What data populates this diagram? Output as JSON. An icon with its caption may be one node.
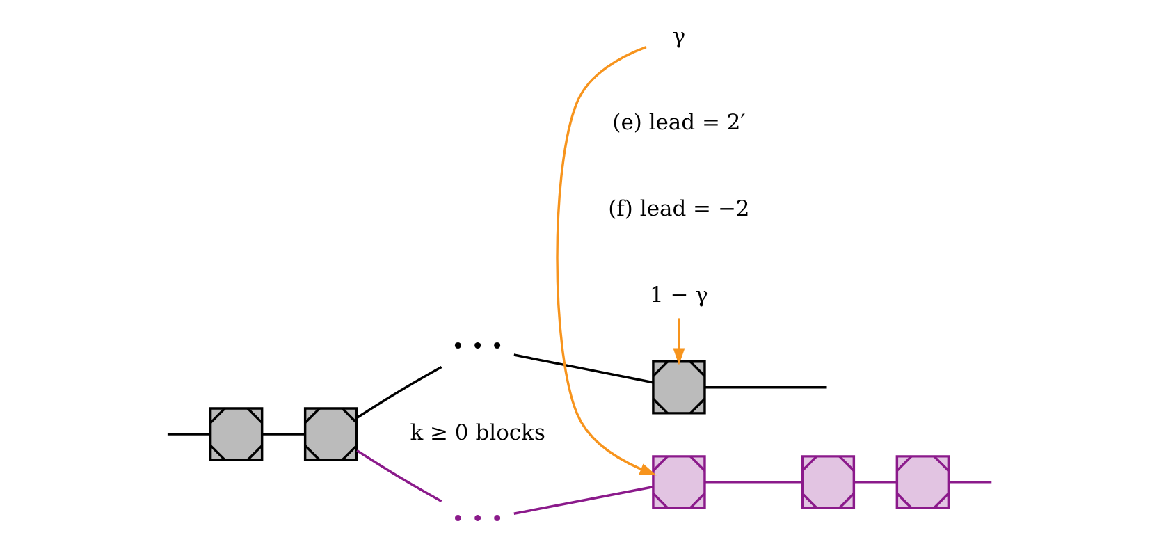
{
  "diagram": {
    "nodes": [
      {
        "text": [
          "1 − γ"
        ]
      },
      {
        "text": [],
        "shape": "box"
      },
      {
        "text": [],
        "shape": "box"
      },
      {
        "text": [
          "• • •"
        ]
      },
      {
        "text": [],
        "shape": "box"
      },
      {
        "text": [
          "• • •"
        ]
      },
      {
        "text": [],
        "shape": "box"
      },
      {
        "text": [],
        "shape": "box"
      },
      {
        "text": [],
        "shape": "box"
      },
      {
        "text": [
          "γ"
        ]
      }
    ],
    "edges": [
      {
        "from": null,
        "to": 1,
        "arrow": "none"
      },
      {
        "from": 1,
        "to": 2,
        "arrow": "none"
      },
      {
        "from": 2,
        "to": 3,
        "arrow": "none"
      },
      {
        "from": 3,
        "to": 4,
        "arrow": "none"
      },
      {
        "from": 4,
        "to": null,
        "arrow": "none"
      },
      {
        "from": 0,
        "to": 4,
        "arrow": "to",
        "color": "#f7941d"
      },
      {
        "from": 2,
        "to": 5,
        "arrow": "none",
        "color": "#8b1a8b"
      },
      {
        "from": 5,
        "to": 6,
        "arrow": "none",
        "color": "#8b1a8b"
      },
      {
        "from": 6,
        "to": 7,
        "arrow": "none",
        "color": "#8b1a8b"
      },
      {
        "from": 7,
        "to": 8,
        "arrow": "none",
        "color": "#8b1a8b"
      },
      {
        "from": 8,
        "to": null,
        "arrow": "none",
        "color": "#8b1a8b"
      },
      {
        "from": 9,
        "to": 6,
        "arrow": "to",
        "color": "#f7941d"
      }
    ],
    "labels": [
      "(f) lead = −2",
      "k ≥ 0 blocks",
      "(e) lead = 2′"
    ]
  }
}
